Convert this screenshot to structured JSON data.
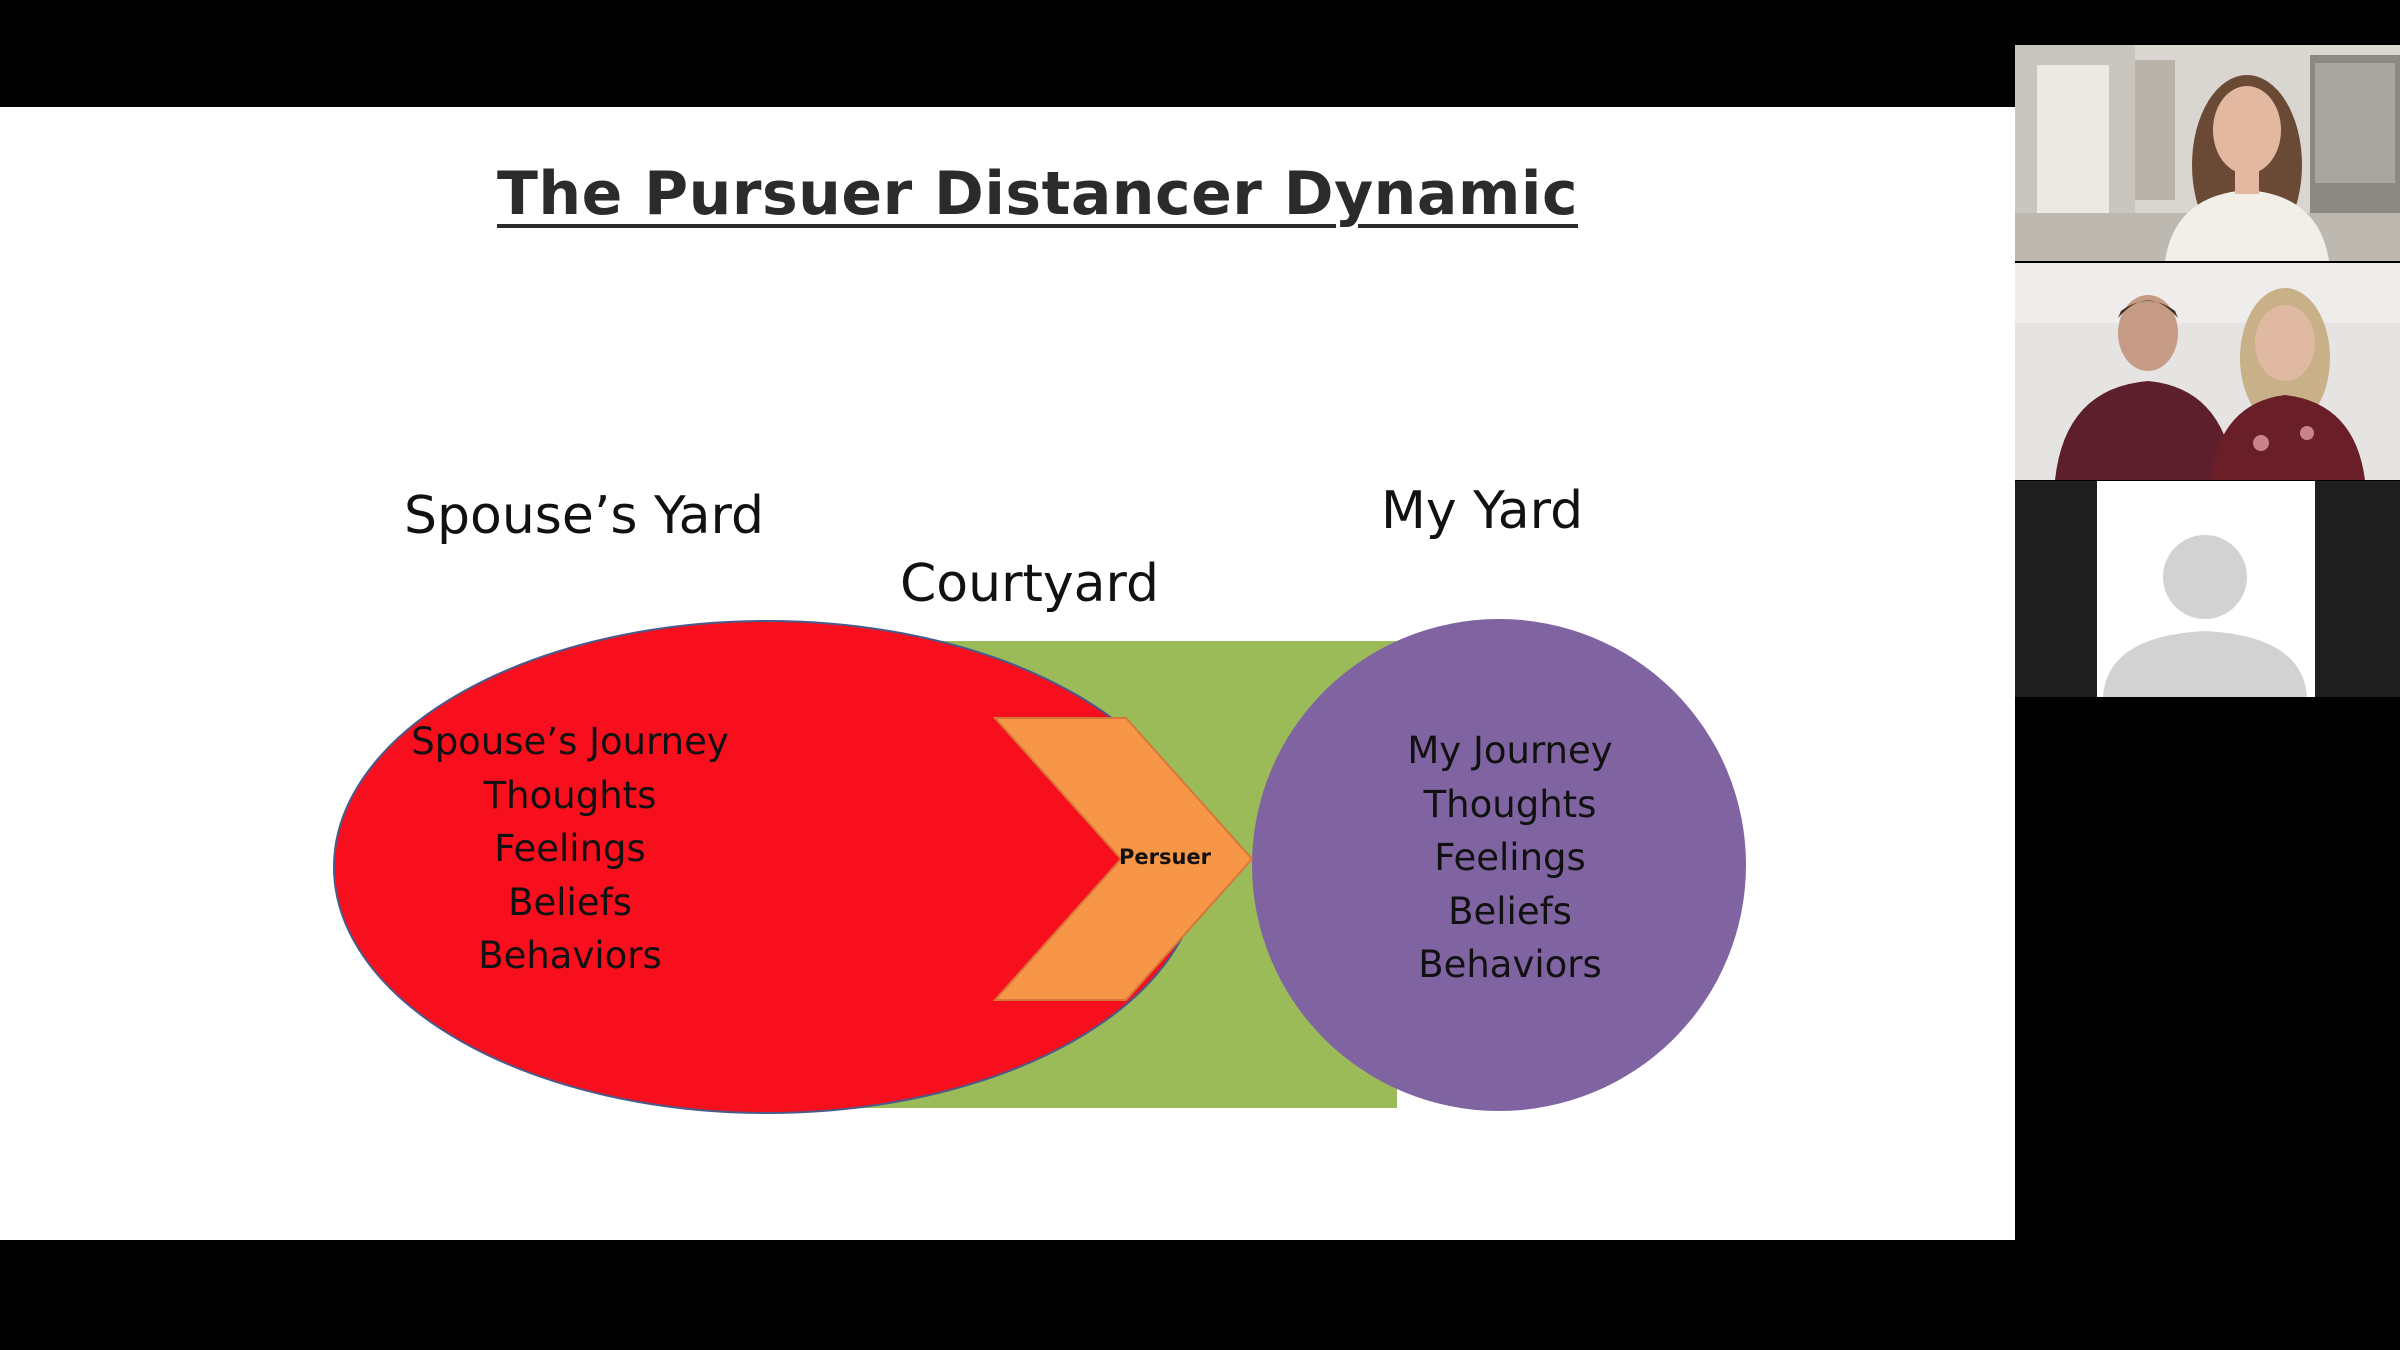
{
  "slide": {
    "title": "The Pursuer Distancer Dynamic",
    "labels": {
      "spouse_yard": "Spouse’s Yard",
      "courtyard": "Courtyard",
      "my_yard": "My Yard"
    },
    "spouse_journey": [
      "Spouse’s Journey",
      "Thoughts",
      "Feelings",
      "Beliefs",
      "Behaviors"
    ],
    "my_journey": [
      "My Journey",
      "Thoughts",
      "Feelings",
      "Beliefs",
      "Behaviors"
    ],
    "arrow_label": "Persuer",
    "colors": {
      "spouse_yard": "#f70f1d",
      "courtyard": "#9bbb59",
      "my_yard": "#8064a2",
      "arrow": "#f79646"
    }
  },
  "participants": [
    {
      "name": "presenter",
      "icon": "video-feed"
    },
    {
      "name": "couple",
      "icon": "video-feed"
    },
    {
      "name": "no-video",
      "icon": "user-silhouette-icon"
    }
  ]
}
